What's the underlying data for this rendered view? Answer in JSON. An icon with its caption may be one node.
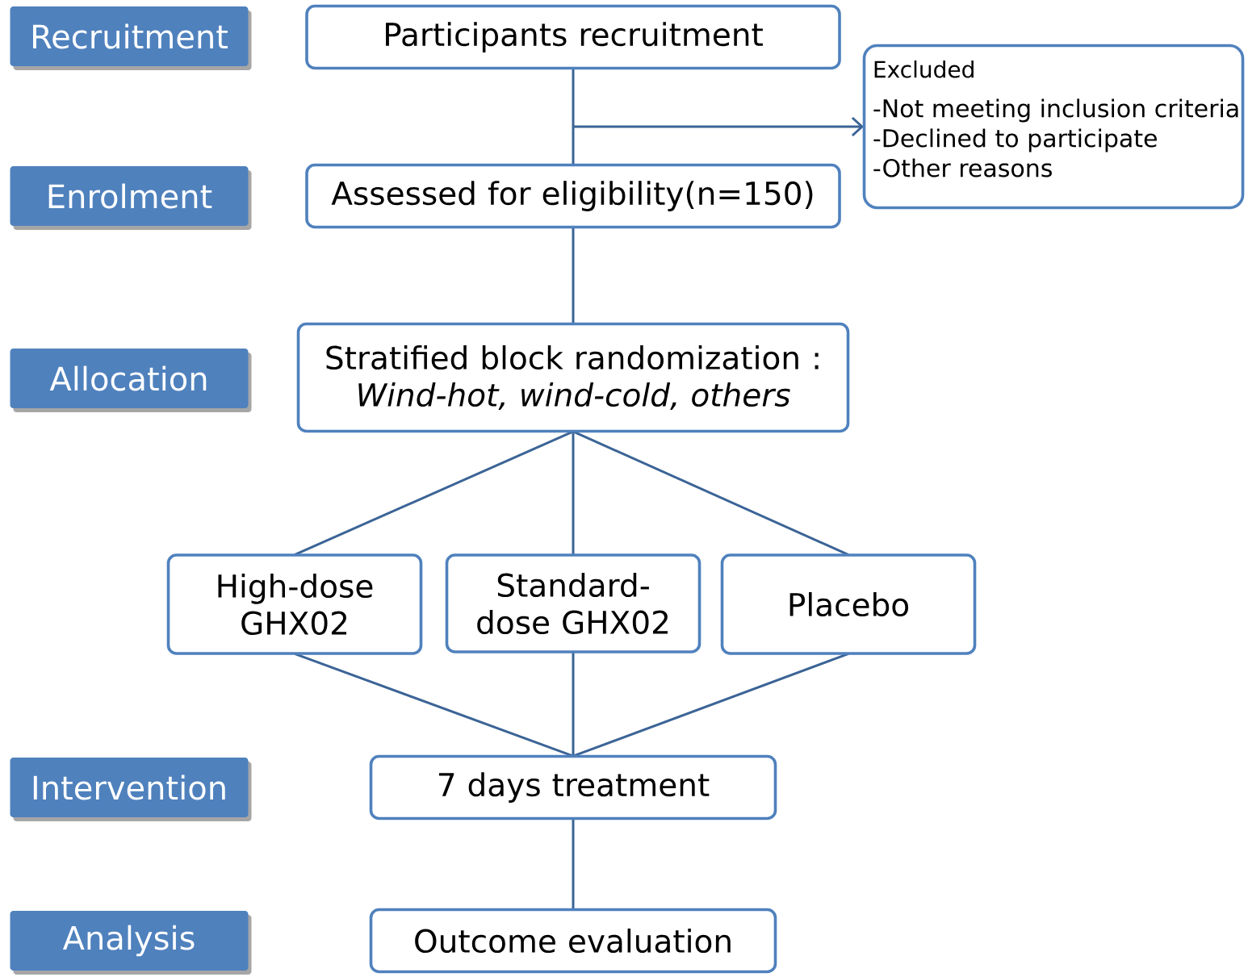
{
  "diagram": {
    "nodes": [
      {
        "text": [
          "Recruitment"
        ]
      },
      {
        "text": [
          "Participants recruitment"
        ]
      },
      {
        "text": [
          "Excluded",
          "-Not meeting inclusion criteria",
          "-Declined to participate",
          "-Other reasons"
        ]
      },
      {
        "text": [
          "Enrolment"
        ]
      },
      {
        "text": [
          "Assessed for eligibility(n=150)"
        ]
      },
      {
        "text": [
          "Allocation"
        ]
      },
      {
        "text": [
          "Stratified block randomization :",
          "Wind-hot, wind-cold, others"
        ]
      },
      {
        "text": [
          "High-dose GHX02"
        ]
      },
      {
        "text": [
          "Standard-dose GHX02"
        ]
      },
      {
        "text": [
          "Placebo"
        ]
      },
      {
        "text": [
          "Intervention"
        ]
      },
      {
        "text": [
          "7 days treatment"
        ]
      },
      {
        "text": [
          "Analysis"
        ]
      },
      {
        "text": [
          "Outcome evaluation"
        ]
      }
    ],
    "edges": [
      {
        "from": 1,
        "to": 4,
        "arrow": "none"
      },
      {
        "from": null,
        "to": 2,
        "arrow": "to"
      },
      {
        "from": 4,
        "to": 6,
        "arrow": "none"
      },
      {
        "from": 6,
        "to": 7,
        "arrow": "none"
      },
      {
        "from": 6,
        "to": 8,
        "arrow": "none"
      },
      {
        "from": 6,
        "to": 9,
        "arrow": "none"
      },
      {
        "from": 7,
        "to": 11,
        "arrow": "none"
      },
      {
        "from": 8,
        "to": 11,
        "arrow": "none"
      },
      {
        "from": 9,
        "to": 11,
        "arrow": "none"
      },
      {
        "from": 11,
        "to": 13,
        "arrow": "none"
      }
    ]
  }
}
